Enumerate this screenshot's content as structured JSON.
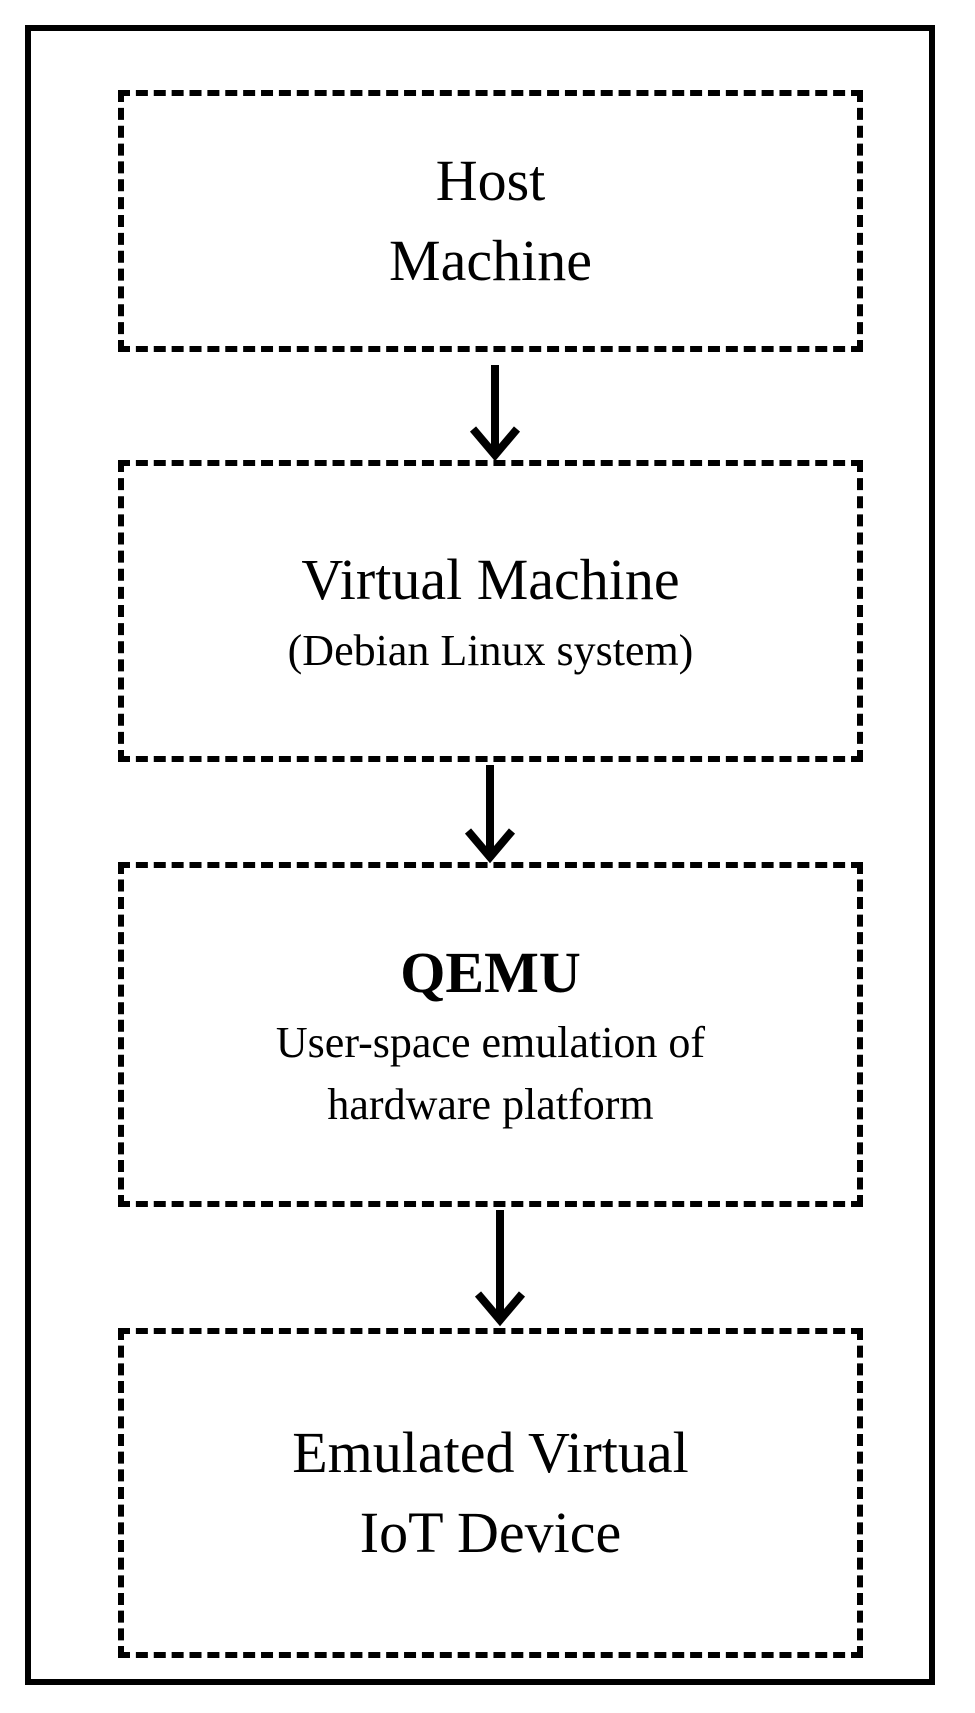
{
  "diagram": {
    "boxes": [
      {
        "lines": [
          "Host",
          "Machine"
        ]
      },
      {
        "title": "Virtual Machine",
        "subtitle": "(Debian Linux system)"
      },
      {
        "title": "QEMU",
        "lines": [
          "User-space emulation of",
          "hardware platform"
        ]
      },
      {
        "lines": [
          "Emulated Virtual",
          "IoT Device"
        ]
      }
    ],
    "border_style": "dashed",
    "colors": {
      "stroke": "#000000",
      "background": "#ffffff"
    }
  }
}
